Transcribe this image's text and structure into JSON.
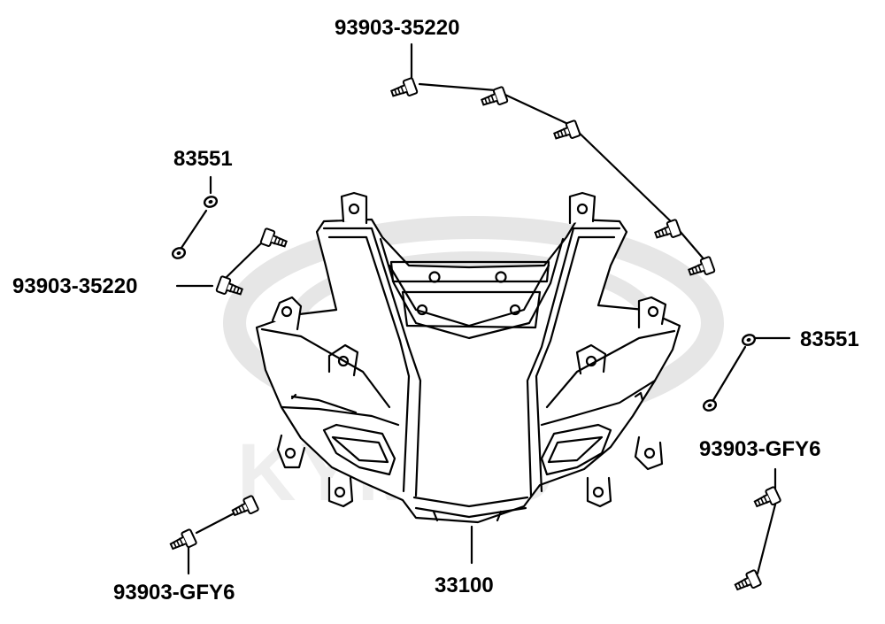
{
  "watermark": {
    "text": "KYMCO"
  },
  "labels": {
    "screw_top": "93903-35220",
    "clip_left": "83551",
    "screw_left": "93903-35220",
    "clip_right": "83551",
    "screw_right": "93903-GFY6",
    "screw_bottom_left": "93903-GFY6",
    "panel": "33100"
  },
  "colors": {
    "line": "#000000",
    "watermark": "#e6e6e6"
  }
}
